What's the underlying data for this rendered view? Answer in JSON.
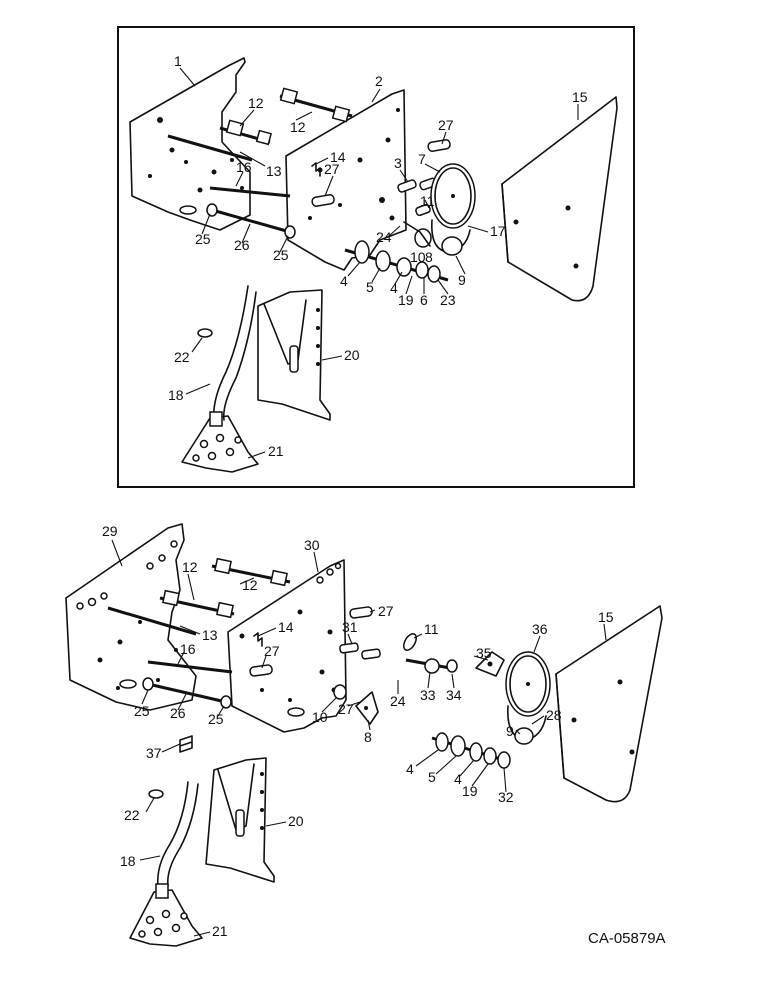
{
  "drawing_number": "CA-05879A",
  "upper_callouts": [
    "1",
    "2",
    "12",
    "12",
    "13",
    "14",
    "16",
    "27",
    "27",
    "3",
    "7",
    "11",
    "17",
    "10",
    "8",
    "24",
    "25",
    "26",
    "25",
    "4",
    "5",
    "4",
    "19",
    "6",
    "23",
    "9",
    "15",
    "22",
    "20",
    "18",
    "21"
  ],
  "lower_callouts": [
    "29",
    "30",
    "12",
    "12",
    "13",
    "14",
    "16",
    "27",
    "27",
    "31",
    "11",
    "36",
    "15",
    "35",
    "24",
    "33",
    "34",
    "25",
    "26",
    "25",
    "10",
    "27",
    "8",
    "9",
    "28",
    "37",
    "4",
    "5",
    "4",
    "19",
    "32",
    "22",
    "20",
    "18",
    "21"
  ]
}
